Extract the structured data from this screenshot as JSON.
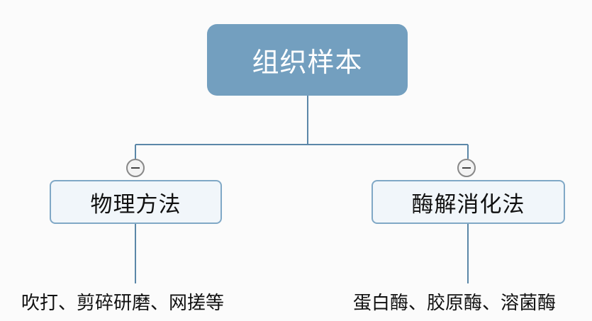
{
  "root": {
    "label": "组织样本"
  },
  "branches": [
    {
      "label": "物理方法",
      "detail": "吹打、剪碎研磨、网搓等"
    },
    {
      "label": "酶解消化法",
      "detail": "蛋白酶、胶原酶、溶菌酶"
    }
  ],
  "colors": {
    "root_fill": "#739fbf",
    "child_fill": "#f1f6fa",
    "child_border": "#80a8c6",
    "connector": "#5b87a8"
  },
  "icons": {
    "collapse": "minus-circle-icon"
  }
}
